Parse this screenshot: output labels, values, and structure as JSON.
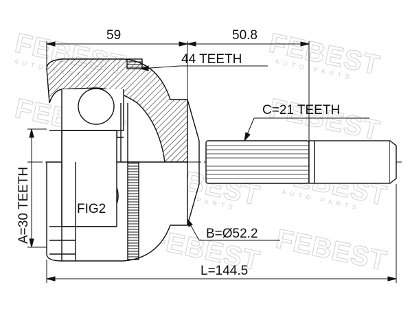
{
  "brand": {
    "watermark_text": "FEBEST",
    "watermark_subtext": "AUTO PARTS"
  },
  "dimensions": {
    "left_width": "59",
    "right_width": "50.8",
    "outer_teeth": "44 TEETH",
    "shaft_teeth": "C=21 TEETH",
    "inner_teeth": "A=30 TEETH",
    "diameter": "B=Ø52.2",
    "total_length": "L=144.5",
    "figure_label": "FIG2"
  },
  "colors": {
    "line": "#111111",
    "watermark": "#d8d8d8"
  }
}
